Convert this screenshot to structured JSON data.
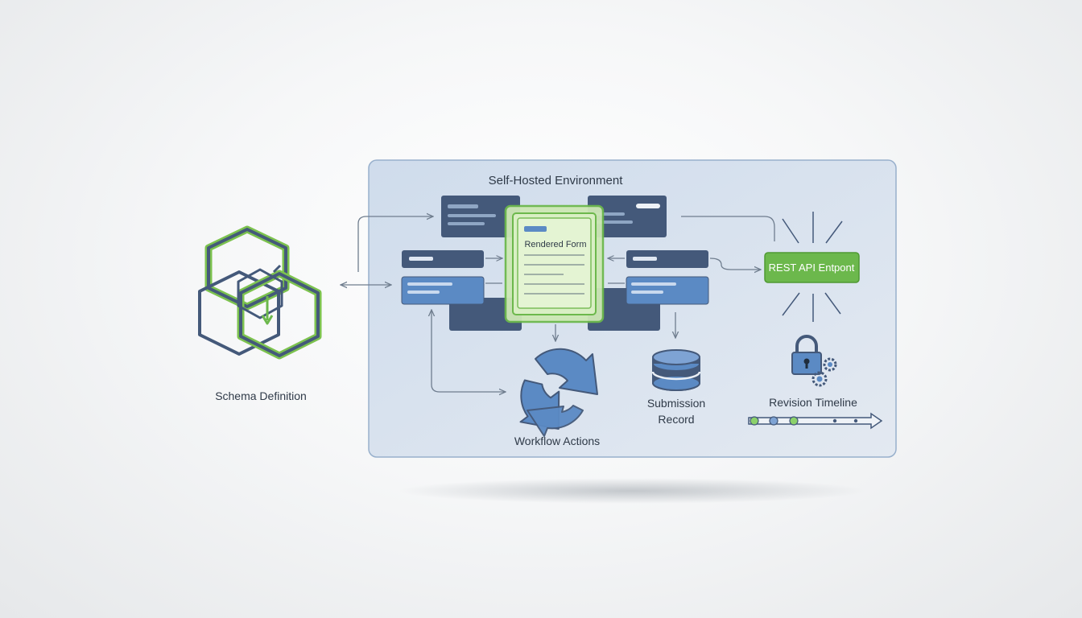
{
  "labels": {
    "schema": "Schema Definition",
    "environment": "Self-Hosted Environment",
    "rendered_form": "Rendered Form",
    "rest_api": "REST API Entpont",
    "workflow": "Workflow Actions",
    "submission_line1": "Submission",
    "submission_line2": "Record",
    "revision": "Revision Timeline"
  },
  "colors": {
    "navy": "#44597a",
    "blue": "#5b8ac4",
    "light_blue": "#7ea3d4",
    "green": "#6cb84c",
    "light_green": "#d9efc4",
    "panel": "#d9e3ef",
    "panel_border": "#98b0cc",
    "arrow": "#6f7d8e"
  },
  "icons": {
    "schema": "hexagon-cluster-icon",
    "workflow": "cycle-arrows-icon",
    "database": "database-icon",
    "lock": "lock-gear-icon",
    "burst": "sunburst-icon"
  }
}
